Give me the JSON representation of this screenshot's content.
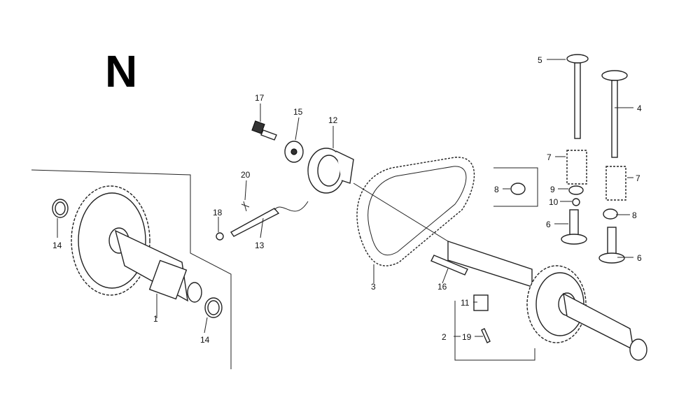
{
  "diagram": {
    "section_letter": "N",
    "callouts": {
      "p1": "1",
      "p2": "2",
      "p3": "3",
      "p4": "4",
      "p5": "5",
      "p6a": "6",
      "p6b": "6",
      "p7a": "7",
      "p7b": "7",
      "p8a": "8",
      "p8b": "8",
      "p9": "9",
      "p10": "10",
      "p11": "11",
      "p12": "12",
      "p13": "13",
      "p14a": "14",
      "p14b": "14",
      "p15": "15",
      "p16": "16",
      "p17": "17",
      "p18": "18",
      "p19": "19",
      "p20": "20"
    }
  }
}
